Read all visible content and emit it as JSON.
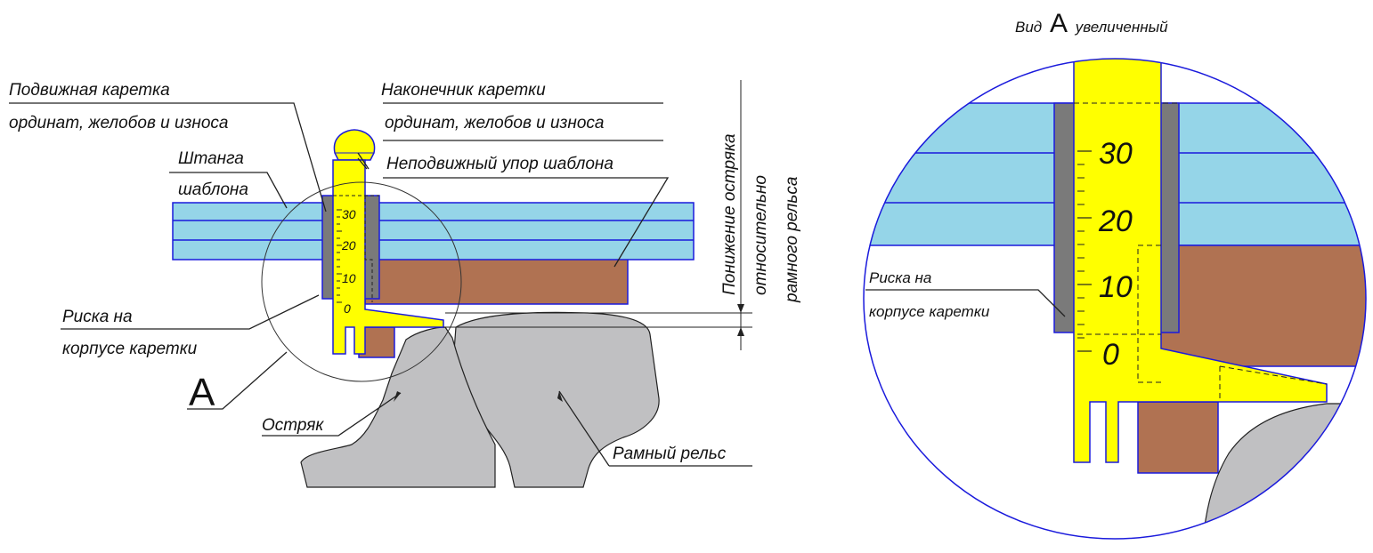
{
  "labels": {
    "carriage_line1": "Подвижная каретка",
    "carriage_line2": "ординат, желобов и износа",
    "tip_line1": "Наконечник каретки",
    "tip_line2": "ординат, желобов и износа",
    "rod_line1": "Штанга",
    "rod_line2": "шаблона",
    "stop": "Неподвижный упор шаблона",
    "mark_line1": "Риска на",
    "mark_line2": "корпусе каретки",
    "callout": "А",
    "switch_blade": "Остряк",
    "stock_rail": "Рамный рельс",
    "lowering_line1": "Понижение остряка",
    "lowering_line2": "относительно",
    "lowering_line3": "рамного рельса",
    "view_prefix": "Вид",
    "view_letter": "А",
    "view_suffix": "увеличенный",
    "zoom_mark_line1": "Риска на",
    "zoom_mark_line2": "корпусе каретки"
  },
  "scale": {
    "s30": "30",
    "s20": "20",
    "s10": "10",
    "s0": "0"
  },
  "colors": {
    "rod": "#95d5e8",
    "carriage": "#ffff00",
    "stop": "#b07252",
    "rail": "#c0c0c2",
    "body": "#7a7a7a",
    "outline": "#1a1adc"
  }
}
